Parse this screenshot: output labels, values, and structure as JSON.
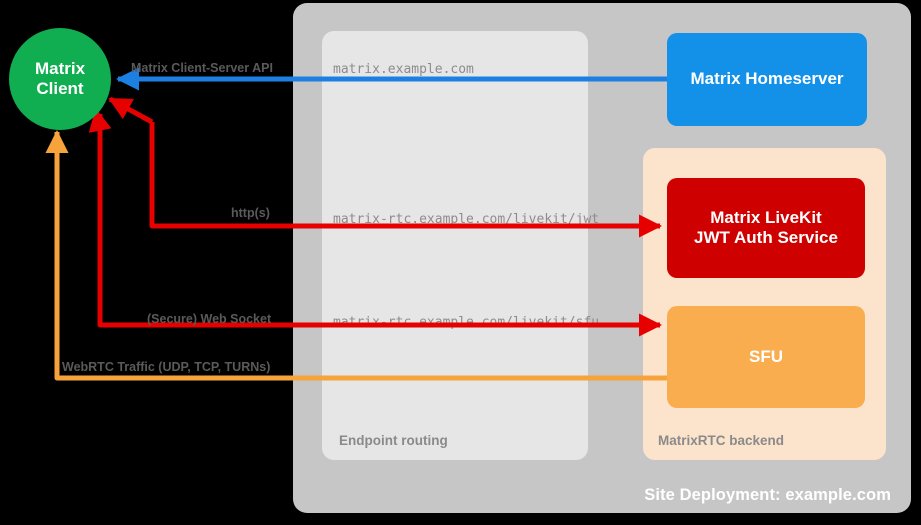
{
  "site": {
    "label": "Site Deployment: example.com",
    "color": "#C6C6C6"
  },
  "groups": {
    "endpoint_routing": {
      "label": "Endpoint routing",
      "color": "#E6E6E6"
    },
    "matrixrtc_backend": {
      "label": "MatrixRTC backend",
      "color": "#FCE4CC"
    }
  },
  "nodes": {
    "client": {
      "line1": "Matrix",
      "line2": "Client",
      "color": "#10AE51"
    },
    "homeserver": {
      "label": "Matrix Homeserver",
      "color": "#1391E8"
    },
    "jwt_auth": {
      "line1": "Matrix LiveKit",
      "line2": "JWT Auth Service",
      "color": "#CE0000"
    },
    "sfu": {
      "label": "SFU",
      "color": "#FAAD4E"
    }
  },
  "routes": [
    {
      "id": "homeserver-route",
      "endpoint": "matrix.example.com",
      "edge_label": "Matrix Client-Server API",
      "color": "#1C80E3"
    },
    {
      "id": "jwt-route",
      "endpoint": "matrix-rtc.example.com/livekit/jwt",
      "edge_label": "http(s)",
      "color": "#E60000"
    },
    {
      "id": "sfu-route",
      "endpoint": "matrix-rtc.example.com/livekit/sfu",
      "edge_label": "(Secure) Web Socket",
      "color": "#E60000"
    },
    {
      "id": "webrtc-route",
      "endpoint": "",
      "edge_label": "WebRTC Traffic (UDP, TCP, TURNs)",
      "color": "#F7A33C"
    }
  ]
}
